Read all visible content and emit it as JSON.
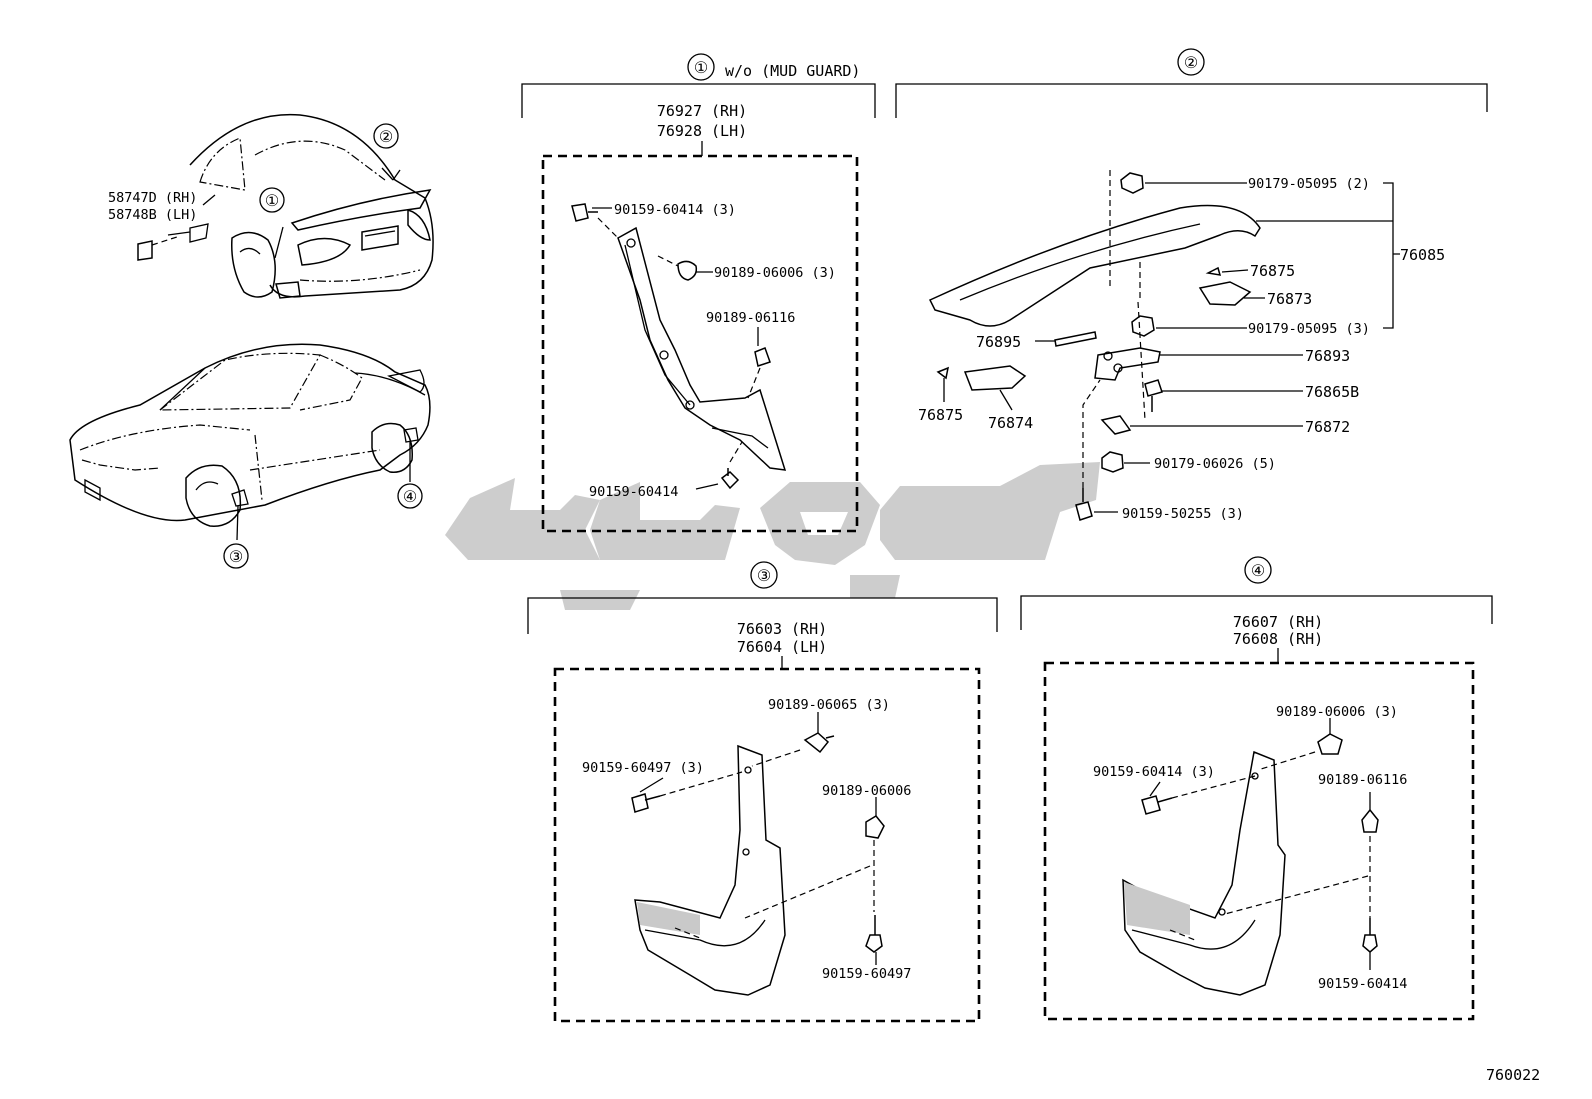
{
  "diagram_id": "760022",
  "overview": {
    "nameplate_rh": "58747D (RH)",
    "nameplate_lh": "58748B (LH)",
    "callouts": [
      "①",
      "②",
      "③",
      "④"
    ]
  },
  "section1": {
    "marker": "①",
    "heading": "w/o (MUD GUARD)",
    "assembly": [
      "76927 (RH)",
      "76928 (LH)"
    ],
    "parts": [
      "90159-60414 (3)",
      "90189-06006 (3)",
      "90189-06116",
      "90159-60414"
    ]
  },
  "section2": {
    "marker": "②",
    "assembly": "76085",
    "parts": [
      "90179-05095 (2)",
      "76875",
      "76873",
      "90179-05095 (3)",
      "76895",
      "76893",
      "76865B",
      "76872",
      "90179-06026 (5)",
      "90159-50255 (3)",
      "76875",
      "76874"
    ]
  },
  "section3": {
    "marker": "③",
    "assembly": [
      "76603 (RH)",
      "76604 (LH)"
    ],
    "parts": [
      "90189-06065 (3)",
      "90159-60497 (3)",
      "90189-06006",
      "90159-60497"
    ]
  },
  "section4": {
    "marker": "④",
    "assembly": [
      "76607 (RH)",
      "76608 (RH)"
    ],
    "parts": [
      "90189-06006 (3)",
      "90159-60414 (3)",
      "90189-06116",
      "90159-60414"
    ]
  }
}
